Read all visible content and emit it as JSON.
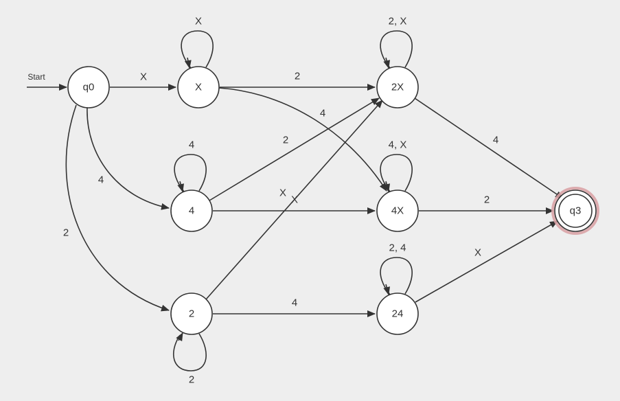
{
  "diagram": {
    "start_label": "Start",
    "nodes": {
      "q0": "q0",
      "X": "X",
      "n4": "4",
      "n2": "2",
      "n2X": "2X",
      "n4X": "4X",
      "n24": "24",
      "q3": "q3"
    },
    "edges": {
      "q0_X": "X",
      "q0_4": "4",
      "q0_2": "2",
      "X_loop": "X",
      "X_2X": "2",
      "X_4X": "4",
      "n4_loop": "4",
      "n4_2X": "2",
      "n4_4X": "X",
      "n2_loop": "2",
      "n2_2X": "X",
      "n2_24": "4",
      "n2X_loop": "2, X",
      "n2X_q3": "4",
      "n4X_loop": "4, X",
      "n4X_q3": "2",
      "n24_loop": "2, 4",
      "n24_q3": "X"
    }
  }
}
